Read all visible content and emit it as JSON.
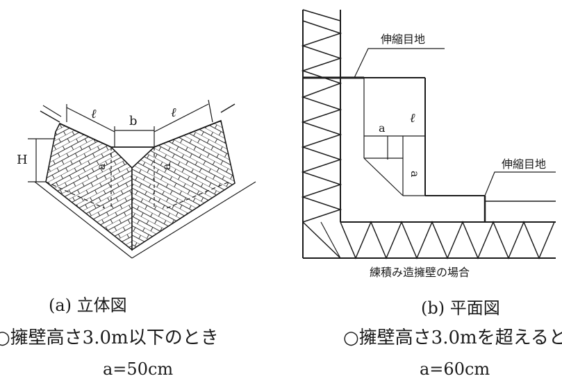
{
  "figure_a": {
    "caption": "(a) 立体図",
    "labels": {
      "l_left": "ℓ",
      "b": "b",
      "l_right": "ℓ",
      "H": "H",
      "a_left": "a",
      "a_right": "a"
    },
    "condition": "○擁壁高さ3.0m以下のとき",
    "value": "a=50cm"
  },
  "figure_b": {
    "caption": "(b) 平面図",
    "labels": {
      "joint_top": "伸縮目地",
      "joint_right": "伸縮目地",
      "a_top": "a",
      "l": "ℓ",
      "a_vertical": "a"
    },
    "note": "練積み造擁壁の場合",
    "condition": "○擁壁高さ3.0mを超えると",
    "value": "a=60cm"
  }
}
